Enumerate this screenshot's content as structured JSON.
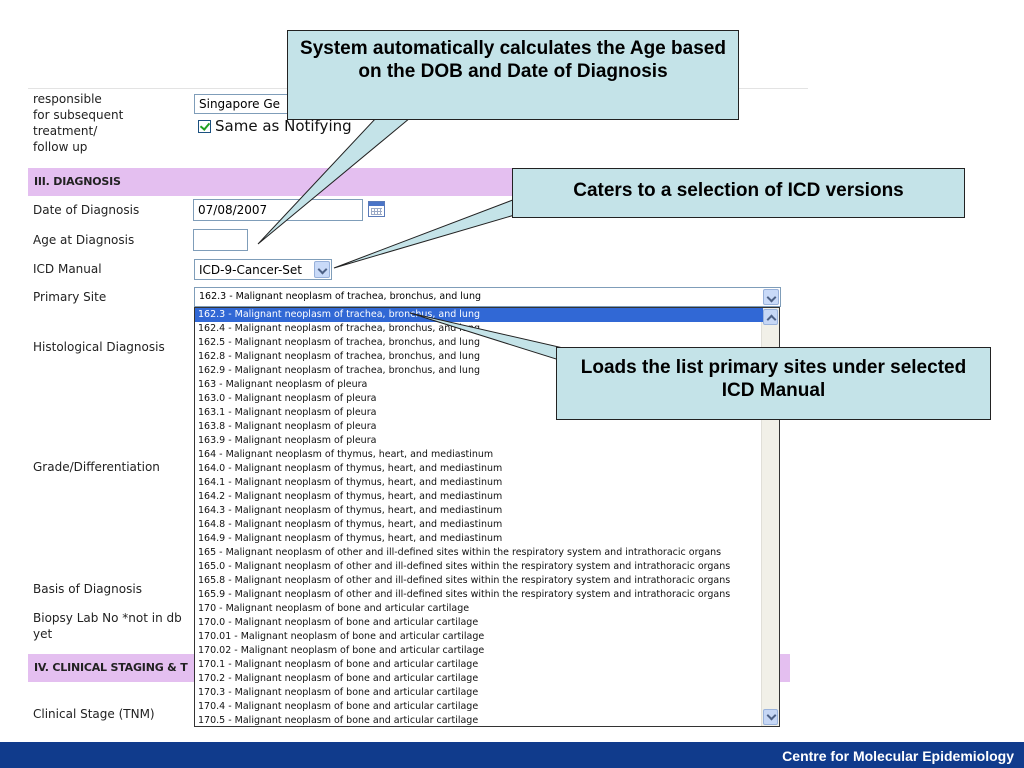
{
  "form": {
    "responsible_label_lines": [
      "responsible",
      "for subsequent",
      "treatment/",
      "follow up"
    ],
    "hospital_value": "Singapore Ge",
    "same_as_label": "Same as Notifying",
    "section_diagnosis": "III. DIAGNOSIS",
    "date_of_diagnosis_label": "Date of Diagnosis",
    "date_of_diagnosis_value": "07/08/2007",
    "age_label": "Age at Diagnosis",
    "age_value": "",
    "icd_label": "ICD Manual",
    "icd_value": "ICD-9-Cancer-Set",
    "primary_site_label": "Primary Site",
    "primary_site_value": "162.3 - Malignant neoplasm of trachea, bronchus, and lung",
    "histological_label": "Histological Diagnosis",
    "grade_label": "Grade/Differentiation",
    "basis_label": "Basis of Diagnosis",
    "biopsy_label_lines": [
      "Biopsy Lab No *not in db",
      "yet"
    ],
    "section_staging": "IV. CLINICAL STAGING & T",
    "clinical_stage_label": "Clinical Stage (TNM)"
  },
  "dropdown": {
    "selected_index": 0,
    "options": [
      "162.3 - Malignant neoplasm of trachea, bronchus, and lung",
      "162.4 - Malignant neoplasm of trachea, bronchus, and lung",
      "162.5 - Malignant neoplasm of trachea, bronchus, and lung",
      "162.8 - Malignant neoplasm of trachea, bronchus, and lung",
      "162.9 - Malignant neoplasm of trachea, bronchus, and lung",
      "163 - Malignant neoplasm of pleura",
      "163.0 - Malignant neoplasm of pleura",
      "163.1 - Malignant neoplasm of pleura",
      "163.8 - Malignant neoplasm of pleura",
      "163.9 - Malignant neoplasm of pleura",
      "164 - Malignant neoplasm of thymus, heart, and mediastinum",
      "164.0 - Malignant neoplasm of thymus, heart, and mediastinum",
      "164.1 - Malignant neoplasm of thymus, heart, and mediastinum",
      "164.2 - Malignant neoplasm of thymus, heart, and mediastinum",
      "164.3 - Malignant neoplasm of thymus, heart, and mediastinum",
      "164.8 - Malignant neoplasm of thymus, heart, and mediastinum",
      "164.9 - Malignant neoplasm of thymus, heart, and mediastinum",
      "165 - Malignant neoplasm of other and ill-defined sites within the respiratory system and intrathoracic organs",
      "165.0 - Malignant neoplasm of other and ill-defined sites within the respiratory system and intrathoracic organs",
      "165.8 - Malignant neoplasm of other and ill-defined sites within the respiratory system and intrathoracic organs",
      "165.9 - Malignant neoplasm of other and ill-defined sites within the respiratory system and intrathoracic organs",
      "170 - Malignant neoplasm of bone and articular cartilage",
      "170.0 - Malignant neoplasm of bone and articular cartilage",
      "170.01 - Malignant neoplasm of bone and articular cartilage",
      "170.02 - Malignant neoplasm of bone and articular cartilage",
      "170.1 - Malignant neoplasm of bone and articular cartilage",
      "170.2 - Malignant neoplasm of bone and articular cartilage",
      "170.3 - Malignant neoplasm of bone and articular cartilage",
      "170.4 - Malignant neoplasm of bone and articular cartilage",
      "170.5 - Malignant neoplasm of bone and articular cartilage"
    ]
  },
  "callouts": {
    "age": "System automatically calculates the Age based on the DOB and Date of Diagnosis",
    "icd": "Caters to a selection of ICD versions",
    "list": "Loads the list primary sites under selected ICD Manual"
  },
  "footer": {
    "text": "Centre for Molecular Epidemiology"
  },
  "colors": {
    "section_bg": "#e4bff0",
    "callout_bg": "#c4e3e8",
    "footer_bg": "#103b8c",
    "selection": "#3168d5"
  },
  "icons": {
    "calendar": "calendar-icon",
    "checkbox": "checkbox-checked-icon"
  }
}
